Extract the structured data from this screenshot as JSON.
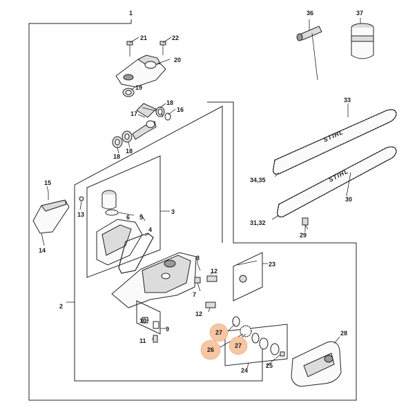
{
  "diagram": {
    "highlight_color": "#f7c6a3",
    "callouts": {
      "c1": "1",
      "c2": "2",
      "c3": "3",
      "c4": "4",
      "c5": "5",
      "c6": "6",
      "c7": "7",
      "c8": "8",
      "c9": "9",
      "c10": "10",
      "c11": "11",
      "c12a": "12",
      "c12b": "12",
      "c13": "13",
      "c14": "14",
      "c15": "15",
      "c16": "16",
      "c17": "17",
      "c18a": "18",
      "c18b": "18",
      "c18c": "18",
      "c19": "19",
      "c20": "20",
      "c21": "21",
      "c22": "22",
      "c23": "23",
      "c24": "24",
      "c25": "25",
      "c26": "26",
      "c27a": "27",
      "c27b": "27",
      "c28": "28",
      "c29": "29",
      "c30": "30",
      "c31_32": "31,32",
      "c33": "33",
      "c34_35": "34,35",
      "c36": "36",
      "c37": "37"
    },
    "bar_brand_top": "STIHL",
    "bar_brand_bottom": "STIHL"
  }
}
